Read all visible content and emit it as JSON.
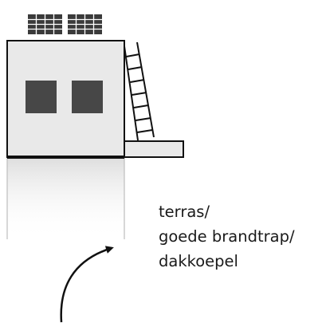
{
  "caption": {
    "lines": [
      "terras/",
      "goede brandtrap/",
      "dakkoepel"
    ]
  },
  "colors": {
    "outline": "#111111",
    "building_fill": "#e9e9e9",
    "window_fill": "#474747",
    "solar_panel_fill": "#3a3a3a",
    "ink": "#1a1a1a"
  },
  "elements": {
    "solar_panels": 2,
    "windows": 2,
    "ladder_rungs": 7
  }
}
